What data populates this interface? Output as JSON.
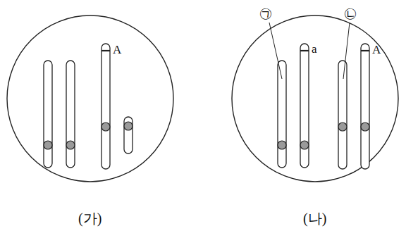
{
  "diagram": {
    "labels": [
      "A",
      "㉠",
      "a",
      "㉡",
      "A",
      "(가)",
      "(나)"
    ]
  }
}
